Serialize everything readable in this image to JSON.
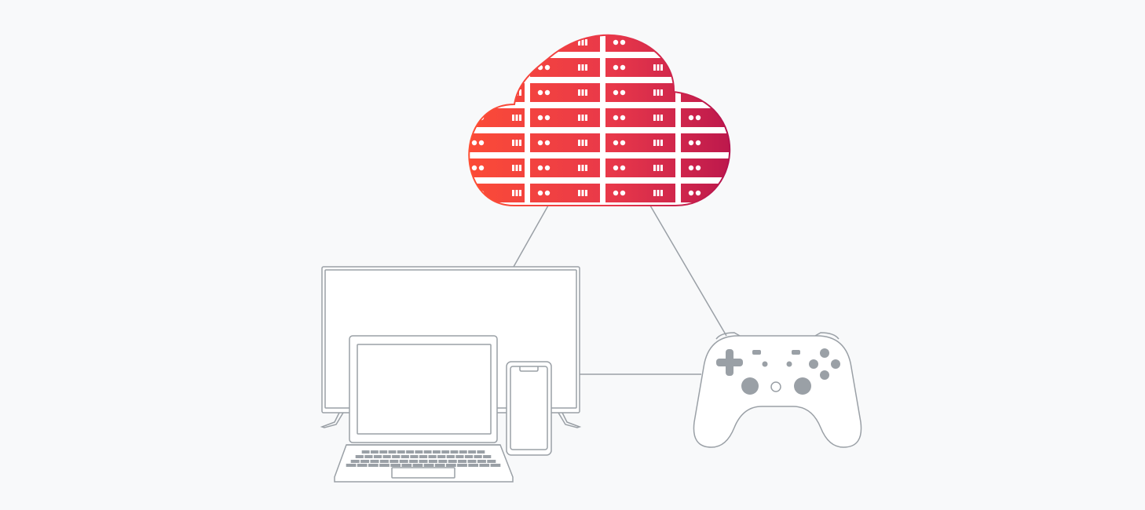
{
  "diagram": {
    "nodes": [
      {
        "id": "cloud",
        "icon": "cloud-server-icon"
      },
      {
        "id": "screens",
        "icon": "devices-icon",
        "children": [
          "tv-icon",
          "laptop-icon",
          "phone-icon"
        ]
      },
      {
        "id": "controller",
        "icon": "game-controller-icon"
      }
    ],
    "edges": [
      {
        "from": "cloud",
        "to": "screens"
      },
      {
        "from": "cloud",
        "to": "controller"
      },
      {
        "from": "screens",
        "to": "controller"
      }
    ]
  },
  "colors": {
    "background": "#f8f9fa",
    "outline": "#9aa0a6",
    "connector": "#9aa0a6",
    "cloud_gradient_start": "#ff4f33",
    "cloud_gradient_mid": "#e8384a",
    "cloud_gradient_end": "#b4124d",
    "server_glyph": "#ffffff"
  }
}
